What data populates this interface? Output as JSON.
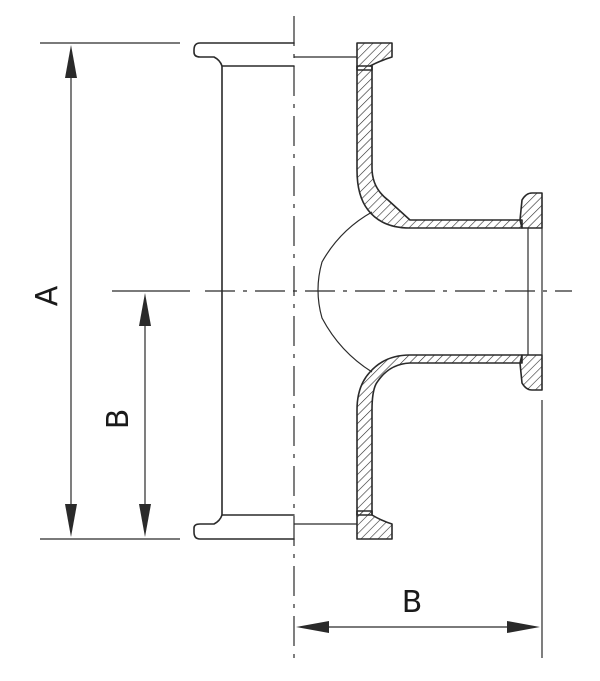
{
  "diagram": {
    "labels": {
      "dimension_a": "A",
      "dimension_b_vertical": "B",
      "dimension_b_horizontal": "B"
    }
  }
}
